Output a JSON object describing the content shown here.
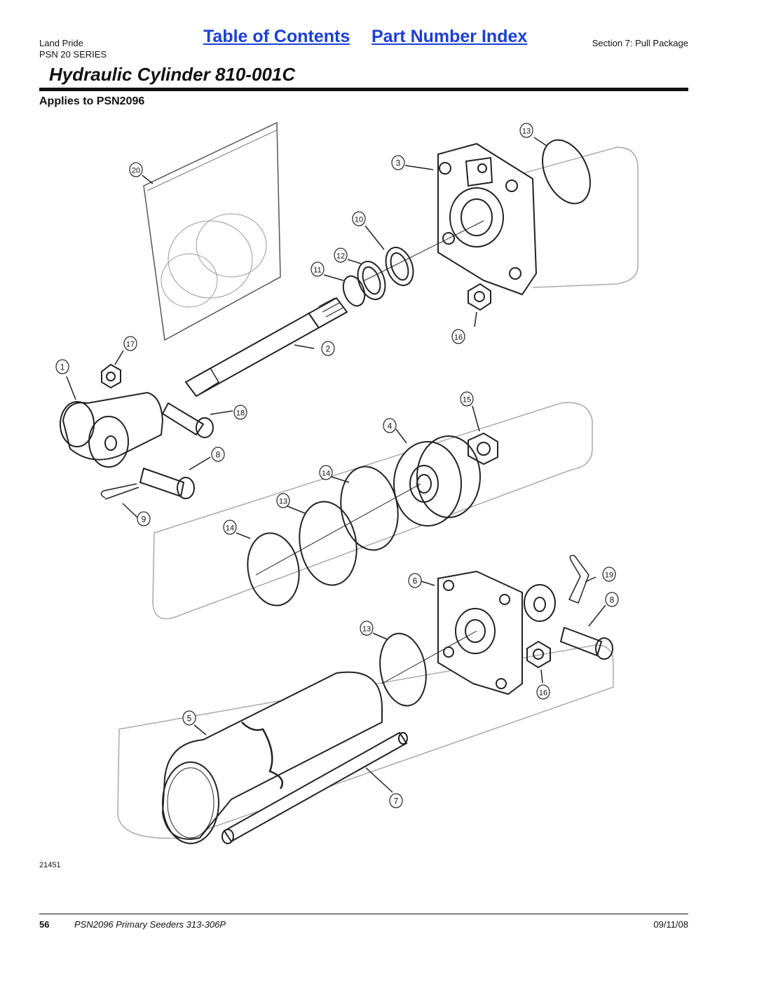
{
  "header": {
    "brand": "Land Pride",
    "series": "PSN 20 SERIES",
    "toc_link": "Table of Contents",
    "index_link": "Part Number Index",
    "section": "Section 7: Pull Package"
  },
  "title": "Hydraulic Cylinder 810-001C",
  "applies_to": "Applies to PSN2096",
  "figure": {
    "image_number": "21451",
    "callouts": [
      "13",
      "3",
      "20",
      "10",
      "12",
      "11",
      "16",
      "17",
      "2",
      "1",
      "18",
      "15",
      "4",
      "8",
      "14",
      "9",
      "13",
      "14",
      "6",
      "19",
      "8",
      "13",
      "16",
      "5",
      "7"
    ]
  },
  "footer": {
    "page_number": "56",
    "doc_title": "PSN2096 Primary Seeders 313-306P",
    "date": "09/11/08"
  }
}
